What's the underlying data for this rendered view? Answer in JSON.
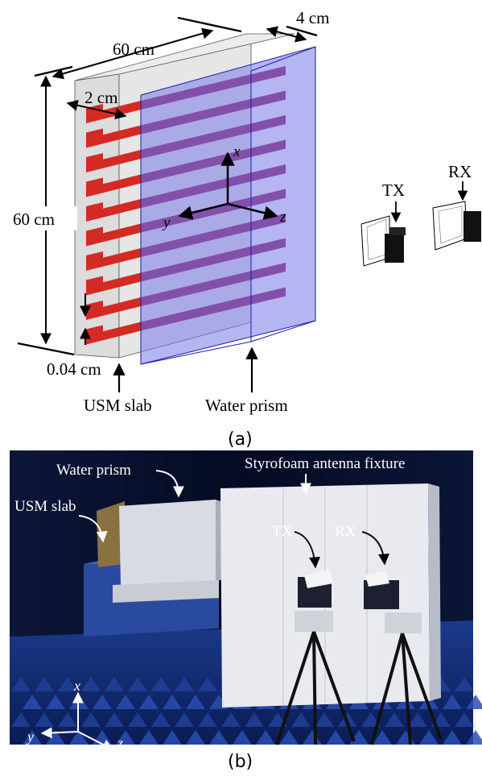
{
  "panel_a": {
    "dims": {
      "width": "60 cm",
      "depth": "4 cm",
      "height": "60 cm",
      "strip_width": "2 cm",
      "thickness": "0.04 cm"
    },
    "labels": {
      "usm_slab": "USM slab",
      "water_prism": "Water prism",
      "tx": "TX",
      "rx": "RX"
    },
    "axes": {
      "x": "x",
      "y": "y",
      "z": "z"
    },
    "caption": "(a)"
  },
  "panel_b": {
    "labels": {
      "water_prism": "Water prism",
      "usm_slab": "USM slab",
      "fixture": "Styrofoam antenna fixture",
      "tx": "TX",
      "rx": "RX"
    },
    "axes": {
      "x": "x",
      "y": "y",
      "z": "z"
    },
    "caption": "(b)"
  },
  "colors": {
    "strip": "#d42a24",
    "strip_overlap": "#8e2162",
    "prism_fill": "#7878e8",
    "prism_edge": "#1a1aa0",
    "slab_fill": "#e4e4e4",
    "photo_bg": "#07102a"
  }
}
